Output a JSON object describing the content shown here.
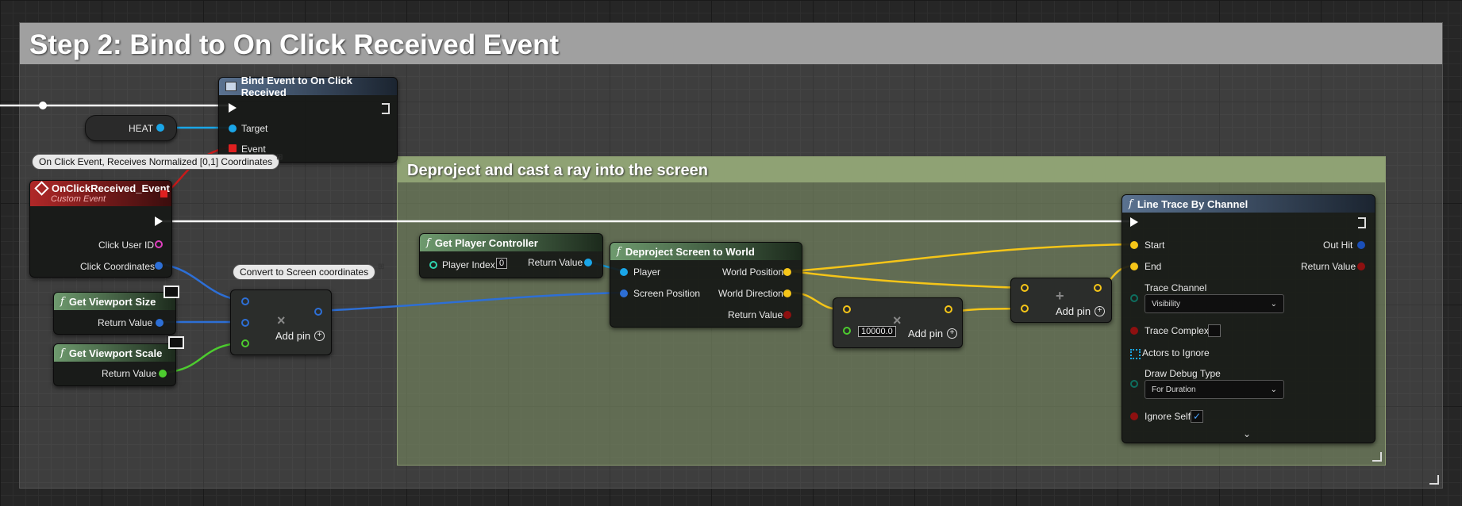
{
  "comments": {
    "outer_title": "Step 2: Bind to On Click Received Event",
    "inner_title": "Deproject and cast a ray into the screen"
  },
  "bubbles": {
    "on_click": "On Click Event, Receives Normalized [0,1] Coordinates",
    "convert": "Convert to Screen coordinates"
  },
  "bind_node": {
    "title": "Bind Event to On Click Received",
    "target": "Target",
    "event": "Event"
  },
  "heat_var": "HEAT",
  "event_node": {
    "title": "OnClickReceived_Event",
    "subtitle": "Custom Event",
    "click_user_id": "Click User ID",
    "click_coordinates": "Click Coordinates"
  },
  "viewport_size": {
    "title": "Get Viewport Size",
    "return_value": "Return Value"
  },
  "viewport_scale": {
    "title": "Get Viewport Scale",
    "return_value": "Return Value"
  },
  "multiply_node": {
    "add_pin": "Add pin",
    "symbol": "×"
  },
  "player_controller": {
    "title": "Get Player Controller",
    "player_index": "Player Index",
    "player_index_value": "0",
    "return_value": "Return Value"
  },
  "deproject": {
    "title": "Deproject Screen to World",
    "player": "Player",
    "screen_position": "Screen Position",
    "world_position": "World Position",
    "world_direction": "World Direction",
    "return_value": "Return Value"
  },
  "scale_node": {
    "value": "10000.0",
    "add_pin": "Add pin",
    "symbol": "×"
  },
  "add_node": {
    "add_pin": "Add pin",
    "symbol": "+"
  },
  "line_trace": {
    "title": "Line Trace By Channel",
    "start": "Start",
    "end": "End",
    "out_hit": "Out Hit",
    "return_value": "Return Value",
    "trace_channel": "Trace Channel",
    "trace_channel_value": "Visibility",
    "trace_complex": "Trace Complex",
    "actors_to_ignore": "Actors to Ignore",
    "draw_debug_type": "Draw Debug Type",
    "draw_debug_value": "For Duration",
    "ignore_self": "Ignore Self",
    "ignore_self_checked": true
  },
  "colors": {
    "exec": "#ffffff",
    "object_pin": "#1aa6e8",
    "vector_pin": "#f5c518",
    "vector2d_pin": "#2d6fd6",
    "float_pin": "#4dcc2f",
    "int_pin": "#2fd5b0",
    "bool_pin": "#8e1010",
    "struct_pin": "#1a4fb8",
    "event_pin": "#e02020",
    "byte_pin": "#0e6e5f"
  }
}
